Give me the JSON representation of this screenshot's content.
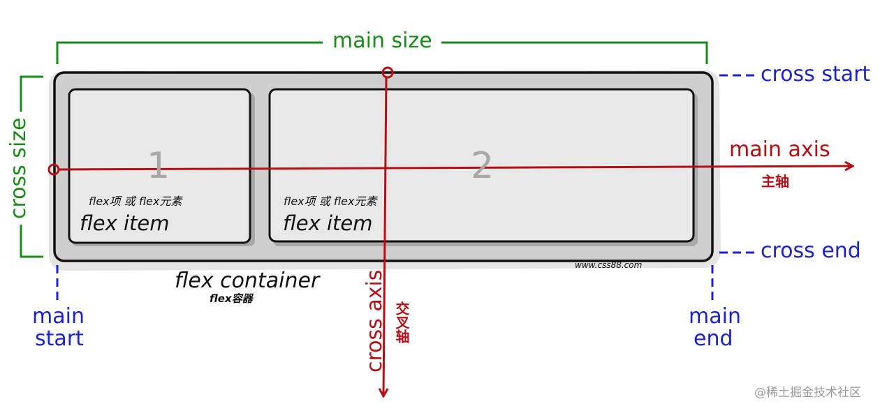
{
  "labels": {
    "main_size": "main size",
    "cross_size": "cross size",
    "cross_start": "cross start",
    "cross_end": "cross end",
    "main_axis": "main axis",
    "main_axis_cn": "主轴",
    "cross_axis": "cross axis",
    "cross_axis_cn": "交叉轴",
    "main_start_1": "main",
    "main_start_2": "start",
    "main_end_1": "main",
    "main_end_2": "end",
    "flex_container": "flex container",
    "flex_container_cn": "flex容器",
    "site": "www.css88.com",
    "watermark": "@稀土掘金技术社区"
  },
  "items": [
    {
      "number": "1",
      "label_cn": "flex项 或 flex元素",
      "label_en": "flex item"
    },
    {
      "number": "2",
      "label_cn": "flex项 或 flex元素",
      "label_en": "flex item"
    }
  ],
  "colors": {
    "green": "#1a8a1a",
    "blue": "#1f22c8",
    "red": "#b30f14",
    "container_fill": "#cfcfcf",
    "item_fill": "#e8e8e8"
  }
}
